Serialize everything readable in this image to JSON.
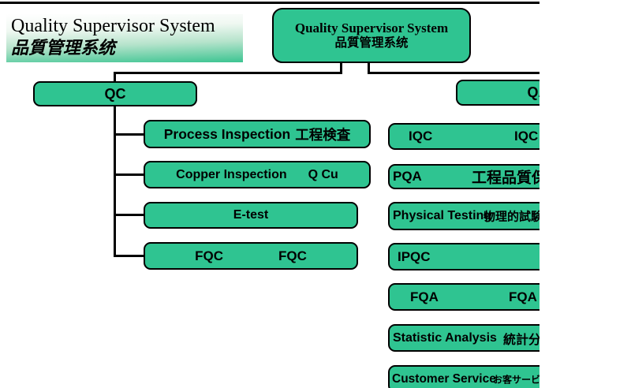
{
  "banner": {
    "line1": "Quality Supervisor System",
    "line2": "品質管理系统"
  },
  "root": {
    "line1": "Quality Supervisor System",
    "line2": "品質管理系统"
  },
  "left": {
    "parent": "QC",
    "children": [
      {
        "a": "Process Inspection",
        "b": "工程検査"
      },
      {
        "a": "Copper Inspection",
        "b": "Q Cu"
      },
      {
        "a": "E-test",
        "b": ""
      },
      {
        "a": "FQC",
        "b": "FQC"
      }
    ]
  },
  "right": {
    "parent": "QA",
    "children": [
      {
        "a": "IQC",
        "b": "IQC"
      },
      {
        "a": "PQA",
        "b": "工程品質保証"
      },
      {
        "a": "Physical Testing",
        "b": "物理的試験"
      },
      {
        "a": "IPQC",
        "b": ""
      },
      {
        "a": "FQA",
        "b": "FQA"
      },
      {
        "a": "Statistic Analysis",
        "b": "統計分析"
      },
      {
        "a": "Customer Service",
        "b": "お客サービス"
      }
    ]
  },
  "colors": {
    "box_fill": "#2fc491",
    "box_border": "#000000",
    "connector": "#000000",
    "banner_gradient_end": "#3cc491"
  }
}
